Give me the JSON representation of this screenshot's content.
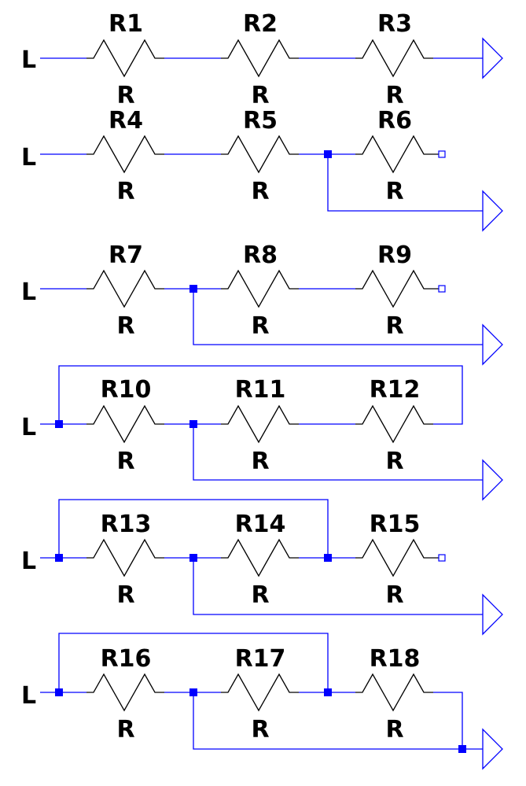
{
  "colors": {
    "wire": "#0000ff",
    "component": "#000000",
    "background": "#ffffff"
  },
  "net_label": "L",
  "rows": [
    {
      "input": "L",
      "resistors": [
        {
          "name": "R1",
          "value": "R"
        },
        {
          "name": "R2",
          "value": "R"
        },
        {
          "name": "R3",
          "value": "R"
        }
      ]
    },
    {
      "input": "L",
      "resistors": [
        {
          "name": "R4",
          "value": "R"
        },
        {
          "name": "R5",
          "value": "R"
        },
        {
          "name": "R6",
          "value": "R"
        }
      ]
    },
    {
      "input": "L",
      "resistors": [
        {
          "name": "R7",
          "value": "R"
        },
        {
          "name": "R8",
          "value": "R"
        },
        {
          "name": "R9",
          "value": "R"
        }
      ]
    },
    {
      "input": "L",
      "resistors": [
        {
          "name": "R10",
          "value": "R"
        },
        {
          "name": "R11",
          "value": "R"
        },
        {
          "name": "R12",
          "value": "R"
        }
      ]
    },
    {
      "input": "L",
      "resistors": [
        {
          "name": "R13",
          "value": "R"
        },
        {
          "name": "R14",
          "value": "R"
        },
        {
          "name": "R15",
          "value": "R"
        }
      ]
    },
    {
      "input": "L",
      "resistors": [
        {
          "name": "R16",
          "value": "R"
        },
        {
          "name": "R17",
          "value": "R"
        },
        {
          "name": "R18",
          "value": "R"
        }
      ]
    }
  ]
}
